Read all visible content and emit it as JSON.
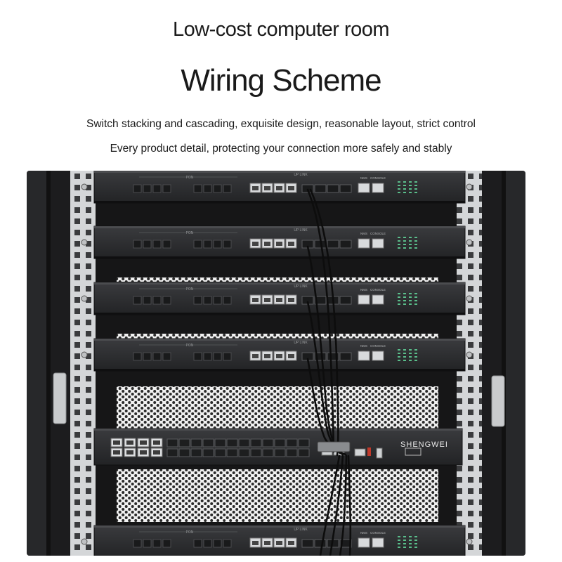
{
  "header": {
    "line1": "Low-cost computer room",
    "title": "Wiring Scheme",
    "subtitle1": "Switch stacking and cascading, exquisite design, reasonable layout, strict control",
    "subtitle2": "Every product detail, protecting your connection more safely and stably"
  },
  "olt_labels": {
    "pon": "PON",
    "uplink": "UP LINK",
    "nms": "NMS",
    "console": "CONSOLE"
  },
  "switch_brand": "SHENGWEI",
  "colors": {
    "rack": "#1c1c1e",
    "rail": "#d6d8da",
    "device": "#2a2b2d",
    "cable": "#0d0d0d",
    "led": "#62d69a"
  }
}
